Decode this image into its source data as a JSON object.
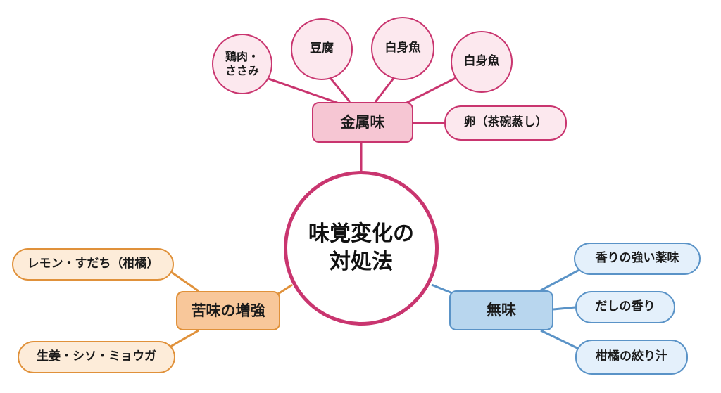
{
  "center": {
    "label": "味覚変化の\n対処法"
  },
  "colors": {
    "pink": "#c9356f",
    "orange": "#e0913a",
    "blue": "#5a93c7"
  },
  "branches": {
    "metallic": {
      "label": "金属味",
      "items": [
        "鶏肉・\nささみ",
        "豆腐",
        "白身魚",
        "白身魚",
        "卵（茶碗蒸し）"
      ]
    },
    "bitter": {
      "label": "苦味の増強",
      "items": [
        "レモン・すだち（柑橘）",
        "生姜・シソ・ミョウガ"
      ]
    },
    "tasteless": {
      "label": "無味",
      "items": [
        "香りの強い薬味",
        "だしの香り",
        "柑橘の絞り汁"
      ]
    }
  }
}
